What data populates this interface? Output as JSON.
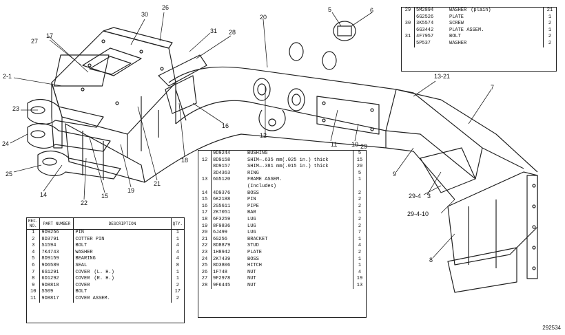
{
  "callouts": [
    {
      "id": "c26",
      "text": "26"
    },
    {
      "id": "c30",
      "text": "30"
    },
    {
      "id": "c17",
      "text": "17"
    },
    {
      "id": "c27",
      "text": "27"
    },
    {
      "id": "c2_1",
      "text": "2-1"
    },
    {
      "id": "c31",
      "text": "31"
    },
    {
      "id": "c28",
      "text": "28"
    },
    {
      "id": "c20",
      "text": "20"
    },
    {
      "id": "c5",
      "text": "5"
    },
    {
      "id": "c6",
      "text": "6"
    },
    {
      "id": "c12",
      "text": "12"
    },
    {
      "id": "c13_21",
      "text": "13-21"
    },
    {
      "id": "c7",
      "text": "7"
    },
    {
      "id": "c23",
      "text": "23"
    },
    {
      "id": "c24",
      "text": "24"
    },
    {
      "id": "c25",
      "text": "25"
    },
    {
      "id": "c14",
      "text": "14"
    },
    {
      "id": "c22",
      "text": "22"
    },
    {
      "id": "c15",
      "text": "15"
    },
    {
      "id": "c19",
      "text": "19"
    },
    {
      "id": "c21",
      "text": "21"
    },
    {
      "id": "c18",
      "text": "18"
    },
    {
      "id": "c16",
      "text": "16"
    },
    {
      "id": "c11",
      "text": "11"
    },
    {
      "id": "c10",
      "text": "10"
    },
    {
      "id": "c29",
      "text": "29"
    },
    {
      "id": "c9",
      "text": "9"
    },
    {
      "id": "c29_4_3",
      "text": "29-4"
    },
    {
      "id": "c3",
      "text": "3"
    },
    {
      "id": "c29_4_10",
      "text": "29-4-10"
    },
    {
      "id": "c8",
      "text": "8"
    }
  ],
  "figure_number": "292534",
  "table_left": {
    "headers": {
      "ref": "REF. NO.",
      "part": "PART NUMBER",
      "desc": "DESCRIPTION",
      "qty": "QTY."
    },
    "rows": [
      {
        "ref": "1",
        "part": "9D9256",
        "desc": "PIN",
        "qty": "1"
      },
      {
        "ref": "2",
        "part": "8D3791",
        "desc": "COTTER PIN",
        "qty": "1"
      },
      {
        "ref": "3",
        "part": "S1594",
        "desc": "BOLT",
        "qty": "4"
      },
      {
        "ref": "4",
        "part": "7K4743",
        "desc": "WASHER",
        "qty": "4"
      },
      {
        "ref": "5",
        "part": "8D9159",
        "desc": "BEARING",
        "qty": "4"
      },
      {
        "ref": "6",
        "part": "9D6589",
        "desc": "SEAL",
        "qty": "8"
      },
      {
        "ref": "7",
        "part": "6G1291",
        "desc": "COVER",
        "note": "(L. H.)",
        "qty": "1"
      },
      {
        "ref": "8",
        "part": "6D1292",
        "desc": "COVER",
        "note": "(R. H.)",
        "qty": "1"
      },
      {
        "ref": "9",
        "part": "9D8818",
        "desc": "COVER",
        "qty": "2"
      },
      {
        "ref": "10",
        "part": "S509",
        "desc": "BOLT",
        "qty": "17"
      },
      {
        "ref": "11",
        "part": "9D8817",
        "desc": "COVER ASSEM.",
        "qty": "2"
      }
    ]
  },
  "table_center": {
    "rows": [
      {
        "ref": "",
        "part": "9D9244",
        "desc": "BUSHING",
        "qty": "5"
      },
      {
        "ref": "12",
        "part": "8D9158",
        "desc": "SHIM—.635 mm(.025 in.) thick",
        "qty": "15"
      },
      {
        "ref": "",
        "part": "8D9157",
        "desc": "SHIM—.381 mm(.015 in.) thick",
        "qty": "20"
      },
      {
        "ref": "",
        "part": "3D4363",
        "desc": "RING",
        "qty": "5"
      },
      {
        "ref": "13",
        "part": "6G5120",
        "desc": "FRAME ASSEM.",
        "qty": "1"
      },
      {
        "ref": "",
        "part": "",
        "desc": "(Includes)",
        "qty": ""
      },
      {
        "ref": "14",
        "part": "4D9376",
        "desc": "BOSS",
        "qty": "2"
      },
      {
        "ref": "15",
        "part": "6K2188",
        "desc": "PIN",
        "qty": "2"
      },
      {
        "ref": "16",
        "part": "2G5611",
        "desc": "PIPE",
        "qty": "2"
      },
      {
        "ref": "17",
        "part": "2K7051",
        "desc": "BAR",
        "qty": "1"
      },
      {
        "ref": "18",
        "part": "6F3259",
        "desc": "LUG",
        "qty": "2"
      },
      {
        "ref": "19",
        "part": "8F9836",
        "desc": "LUG",
        "qty": "2"
      },
      {
        "ref": "20",
        "part": "6J499",
        "desc": "LUG",
        "qty": "7"
      },
      {
        "ref": "21",
        "part": "6G256",
        "desc": "BRACKET",
        "qty": "1"
      },
      {
        "ref": "22",
        "part": "8D8879",
        "desc": "STUD",
        "qty": "4"
      },
      {
        "ref": "23",
        "part": "1H8942",
        "desc": "PLATE",
        "qty": "2"
      },
      {
        "ref": "24",
        "part": "2K7439",
        "desc": "BOSS",
        "qty": "1"
      },
      {
        "ref": "25",
        "part": "8D3806",
        "desc": "HITCH",
        "qty": "1"
      },
      {
        "ref": "26",
        "part": "1F748",
        "desc": "NUT",
        "qty": "4"
      },
      {
        "ref": "27",
        "part": "9F2978",
        "desc": "NUT",
        "qty": "19"
      },
      {
        "ref": "28",
        "part": "9F6445",
        "desc": "NUT",
        "qty": "13"
      }
    ]
  },
  "table_top": {
    "rows": [
      {
        "ref": "29",
        "part": "5M2894",
        "desc": "WASHER",
        "note": "(plain)",
        "qty": "21"
      },
      {
        "ref": "",
        "part": "6G2526",
        "desc": "PLATE",
        "qty": "1"
      },
      {
        "ref": "30",
        "part": "3K5574",
        "desc": "SCREW",
        "qty": "2"
      },
      {
        "ref": "",
        "part": "6G3442",
        "desc": "PLATE ASSEM.",
        "qty": "1"
      },
      {
        "ref": "31",
        "part": "4F7957",
        "desc": "BOLT",
        "qty": "2"
      },
      {
        "ref": "",
        "part": "5P537",
        "desc": "WASHER",
        "qty": "2"
      }
    ]
  }
}
